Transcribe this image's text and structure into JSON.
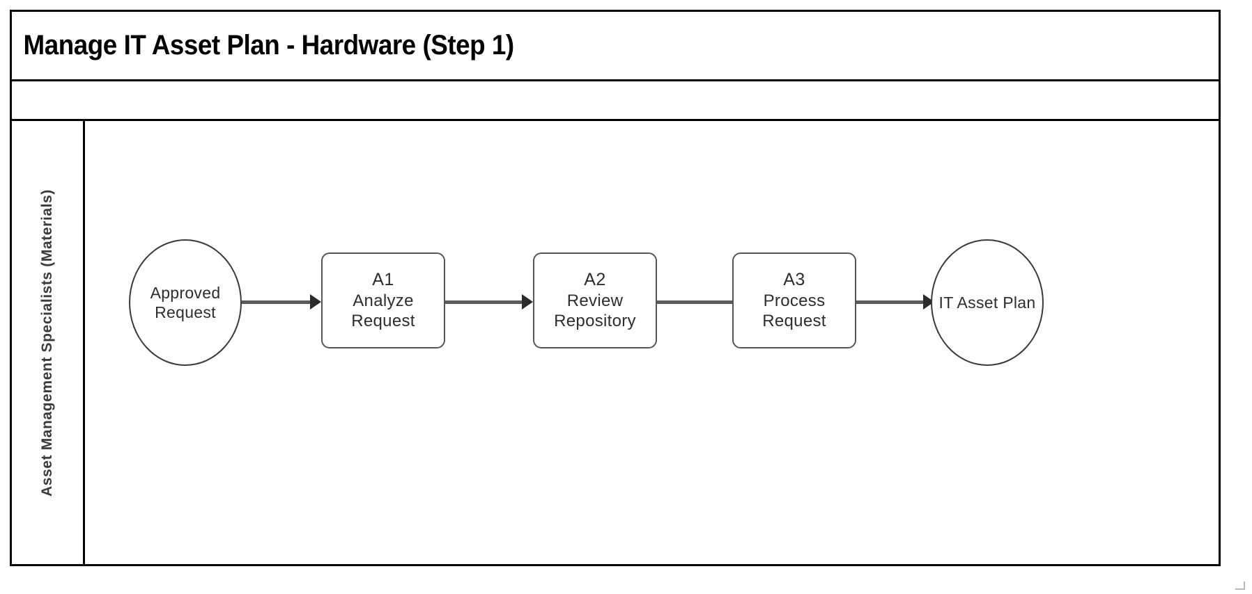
{
  "diagram": {
    "title": "Manage IT Asset Plan - Hardware (Step 1)",
    "type": "swimlane-process-flow",
    "lane": {
      "label": "Asset Management  Specialists  (Materials)"
    },
    "nodes": [
      {
        "key": "approved-request",
        "shape": "circle",
        "role": "start-event",
        "id_label": "",
        "lines": [
          "Approved",
          "Request"
        ]
      },
      {
        "key": "a1-analyze-request",
        "shape": "rounded-rect",
        "role": "task",
        "id_label": "A1",
        "lines": [
          "Analyze",
          "Request"
        ]
      },
      {
        "key": "a2-review-repository",
        "shape": "rounded-rect",
        "role": "task",
        "id_label": "A2",
        "lines": [
          "Review",
          "Repository"
        ]
      },
      {
        "key": "a3-process-request",
        "shape": "rounded-rect",
        "role": "task",
        "id_label": "A3",
        "lines": [
          "Process",
          "Request"
        ]
      },
      {
        "key": "it-asset-plan",
        "shape": "circle",
        "role": "end-event",
        "id_label": "",
        "lines": [
          "IT Asset  Plan"
        ]
      }
    ],
    "connectors": [
      {
        "key": "approved-request-to-a1",
        "from": "approved-request",
        "to": "a1-analyze-request"
      },
      {
        "key": "a1-to-a2",
        "from": "a1-analyze-request",
        "to": "a2-review-repository"
      },
      {
        "key": "a2-to-a3",
        "from": "a2-review-repository",
        "to": "a3-process-request"
      },
      {
        "key": "a3-to-it-asset-plan",
        "from": "a3-process-request",
        "to": "it-asset-plan"
      }
    ],
    "colors": {
      "frame_border": "#000000",
      "node_stroke": "#4a4a4a",
      "connector": "#5a5a5a",
      "text": "#2e2e2e",
      "lane_label_text": "#3b3b3b",
      "background": "#ffffff"
    }
  }
}
